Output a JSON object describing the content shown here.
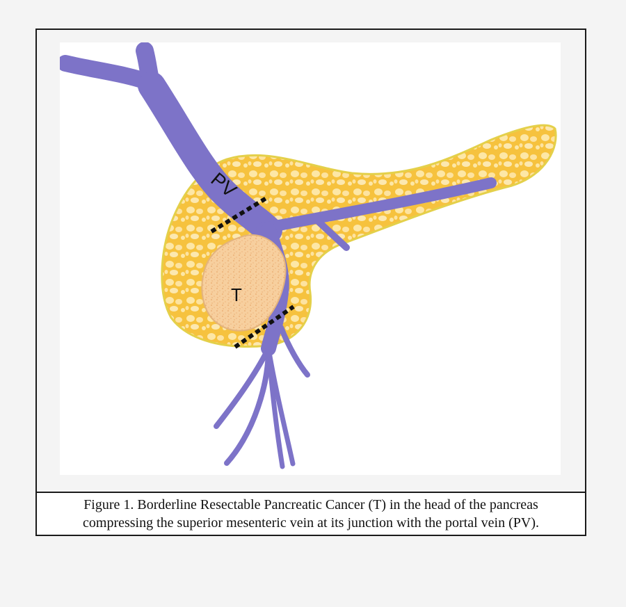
{
  "diagram": {
    "labels": {
      "portal_vein": "PV",
      "tumor": "T"
    }
  },
  "caption": {
    "line1": "Figure 1. Borderline Resectable Pancreatic Cancer (T) in the head of the pancreas",
    "line2": "compressing the superior mesenteric vein at its junction with the portal vein (PV)."
  },
  "colors": {
    "pancreas": "#f6c23e",
    "pancreas_outline": "#e4d04a",
    "pancreas_lobule": "#fde7a6",
    "vein": "#7d73c8",
    "vein_outline": "#6a5fb6",
    "tumor": "#f7cf9e",
    "tumor_speckle": "#e9a86a",
    "resection_line": "#111111"
  }
}
